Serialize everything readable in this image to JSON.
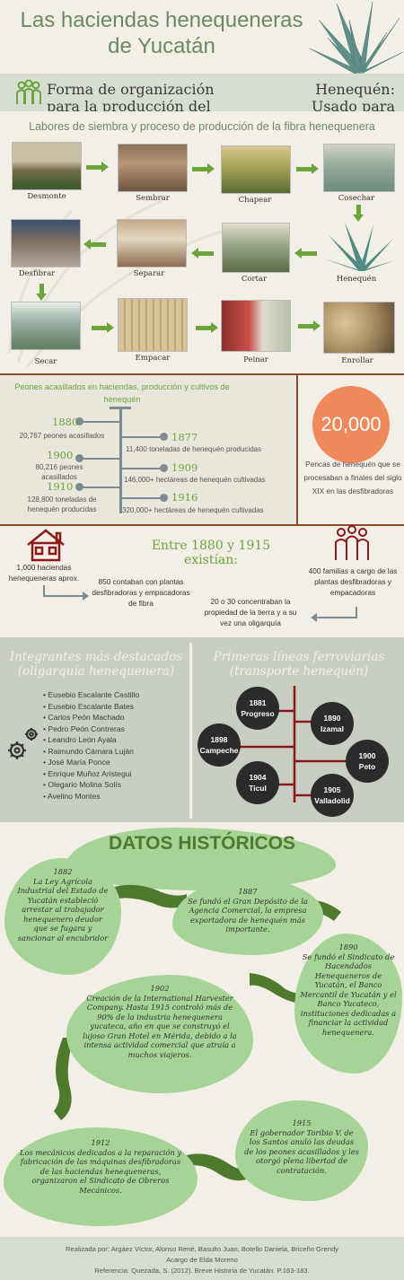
{
  "header": {
    "title": "Las haciendas henequeneras de Yucatán"
  },
  "intro": {
    "left_text": "Forma de organización para la producción del henequén en la península de Yucatán",
    "right_text": "Henequén: Usado para extraer fibra y exportarla"
  },
  "process": {
    "title": "Labores de siembra y proceso de producción de la fibra henequenera",
    "steps": [
      "Desmonte",
      "Sembrar",
      "Chapear",
      "Cosechar",
      "Henequén",
      "Cortar",
      "Separar",
      "Desfibrar",
      "Secar",
      "Empacar",
      "Peinar",
      "Enrollar"
    ]
  },
  "timeline": {
    "title": "Peones acasillados en haciendas, producción y cultivos de henequén",
    "entries": [
      {
        "year": "1880",
        "text": "20,767 peones acasillados"
      },
      {
        "year": "1877",
        "text": "11,400 toneladas de henequén producidas"
      },
      {
        "year": "1900",
        "text": "80,216 peones acasillados"
      },
      {
        "year": "1909",
        "text": "146,000+ hectáreas de henequén cultivadas"
      },
      {
        "year": "1910",
        "text": "128,800 toneladas de henequén producidas"
      },
      {
        "year": "1916",
        "text": "320,000+ hectáreas de henequén cultivadas"
      }
    ],
    "big_number": "20,000",
    "big_caption": "Pencas de henequén que se procesaban a finales del siglo XIX en las desfibradoras"
  },
  "existian": {
    "title": "Entre 1880 y 1915 existían:",
    "haciendas": "1,000 haciendas henequeneras aprox.",
    "plantas": "850 contaban con plantas desfibradoras y empacadoras de fibra",
    "familias": "400 familias a cargo de las plantas desfibradoras y empacadoras",
    "concentraban": "20 o 30 concentraban la propiedad de la tierra y a su vez una oligarquía"
  },
  "integrantes": {
    "title": "Integrantes más destacados (oligarquía henequenera)",
    "members": [
      "Eusebio Escalante Castillo",
      "Eusebio Escalante Bates",
      "Carlos Peón Machado",
      "Pedro Peón Contreras",
      "Leandro León Ayala",
      "Raimundo Cámara Luján",
      "José María Ponce",
      "Enrique Muñoz Aristegui",
      "Olegario Molina Solís",
      "Avelino Montes"
    ]
  },
  "ferrovias": {
    "title": "Primeras líneas ferroviarias (transporte henequén)",
    "lines": [
      {
        "year": "1881",
        "place": "Progreso"
      },
      {
        "year": "1890",
        "place": "Izamal"
      },
      {
        "year": "1898",
        "place": "Campeche"
      },
      {
        "year": "1900",
        "place": "Peto"
      },
      {
        "year": "1904",
        "place": "Ticul"
      },
      {
        "year": "1905",
        "place": "Valladolid"
      }
    ]
  },
  "datos": {
    "title": "DATOS HISTÓRICOS",
    "events": [
      {
        "year": "1882",
        "text": "La Ley Agrícola Industrial del Estado de Yucatán establecíó arrestar al trabajador henequenero deudor que se fugara y sancionar al encubridor"
      },
      {
        "year": "1887",
        "text": "Se fundó el Gran Depósito de la Agencia Comercial, la empresa exportadora de henequén más importante."
      },
      {
        "year": "1890",
        "text": "Se fundó el Sindicato de Hacendados Henequeneros de Yucatán, el Banco Mercantil de Yucatán y el Banco Yucateco, instituciones dedicadas a financiar la actividad henequenera."
      },
      {
        "year": "1902",
        "text": "Creación de la International Harvester Company. Hasta 1915 controló más de 90% de la industria henequenera yucateca, año en que se construyó el lujoso Gran Hotel en Mérida, debido a la intensa actividad comercial que atraía a muchos viajeros."
      },
      {
        "year": "1912",
        "text": "Los mecánicos dedicados a la reparación y fabricación de las máquinas desfibradoras de las haciendas henequeneras, organizaron el Sindicato de Obreros Mecánicos."
      },
      {
        "year": "1915",
        "text": "El gobernador Toribio V. de los Santos anuló las deudas de los peones acasillados y les otorgó plena libertad de contratación."
      }
    ]
  },
  "footer": {
    "line1": "Realizada por: Argáez Víctor, Alonso René, Basulto Juan, Botello Daniela, Briceño Grendy",
    "line2": "Acargo de Elda Moreno",
    "line3": "Referencia: Quezada, S. (2012). Breve Historia de Yucatán. P.163-183."
  },
  "colors": {
    "accent_green": "#6a8a64",
    "arrow_green": "#6aa53c",
    "orange": "#f08a5d",
    "blob_green": "#a6d496",
    "dark_red": "#8b1a1a",
    "brown": "#8b4a2b"
  }
}
